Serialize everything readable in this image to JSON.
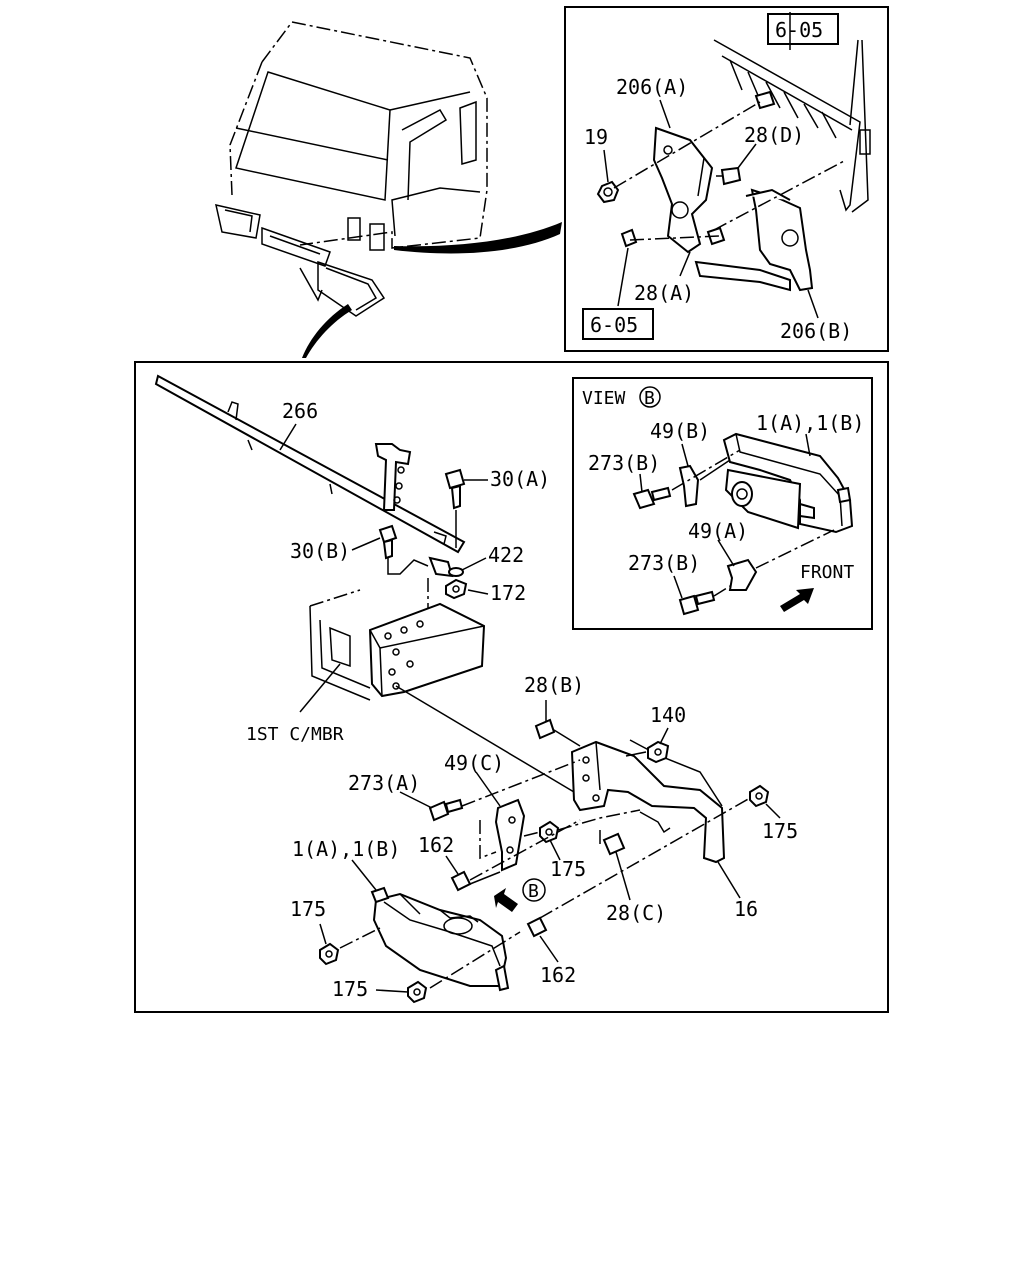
{
  "top_inset": {
    "ref_top": "6-05",
    "ref_bottom": "6-05",
    "labels": {
      "bracket_a": "206(A)",
      "bracket_b": "206(B)",
      "nut_19": "19",
      "bolt_28d": "28(D)",
      "bolt_28a": "28(A)"
    }
  },
  "main_panel": {
    "labels": {
      "p266": "266",
      "p30a": "30(A)",
      "p30b": "30(B)",
      "p422": "422",
      "p172": "172",
      "crossmember": "1ST C/MBR",
      "p28b": "28(B)",
      "p140": "140",
      "p273a": "273(A)",
      "p49c": "49(C)",
      "p175_mid": "175",
      "p175_right": "175",
      "p1ab": "1(A),1(B)",
      "p162_top": "162",
      "p28c": "28(C)",
      "p16": "16",
      "p175_left": "175",
      "p162_bottom": "162",
      "p175_bottom": "175",
      "view_b_arrow": "B"
    }
  },
  "view_b": {
    "title": "VIEW",
    "title_letter": "B",
    "labels": {
      "p49b": "49(B)",
      "p1ab": "1(A),1(B)",
      "p273b_top": "273(B)",
      "p49a": "49(A)",
      "p273b_bottom": "273(B)",
      "front": "FRONT"
    }
  }
}
